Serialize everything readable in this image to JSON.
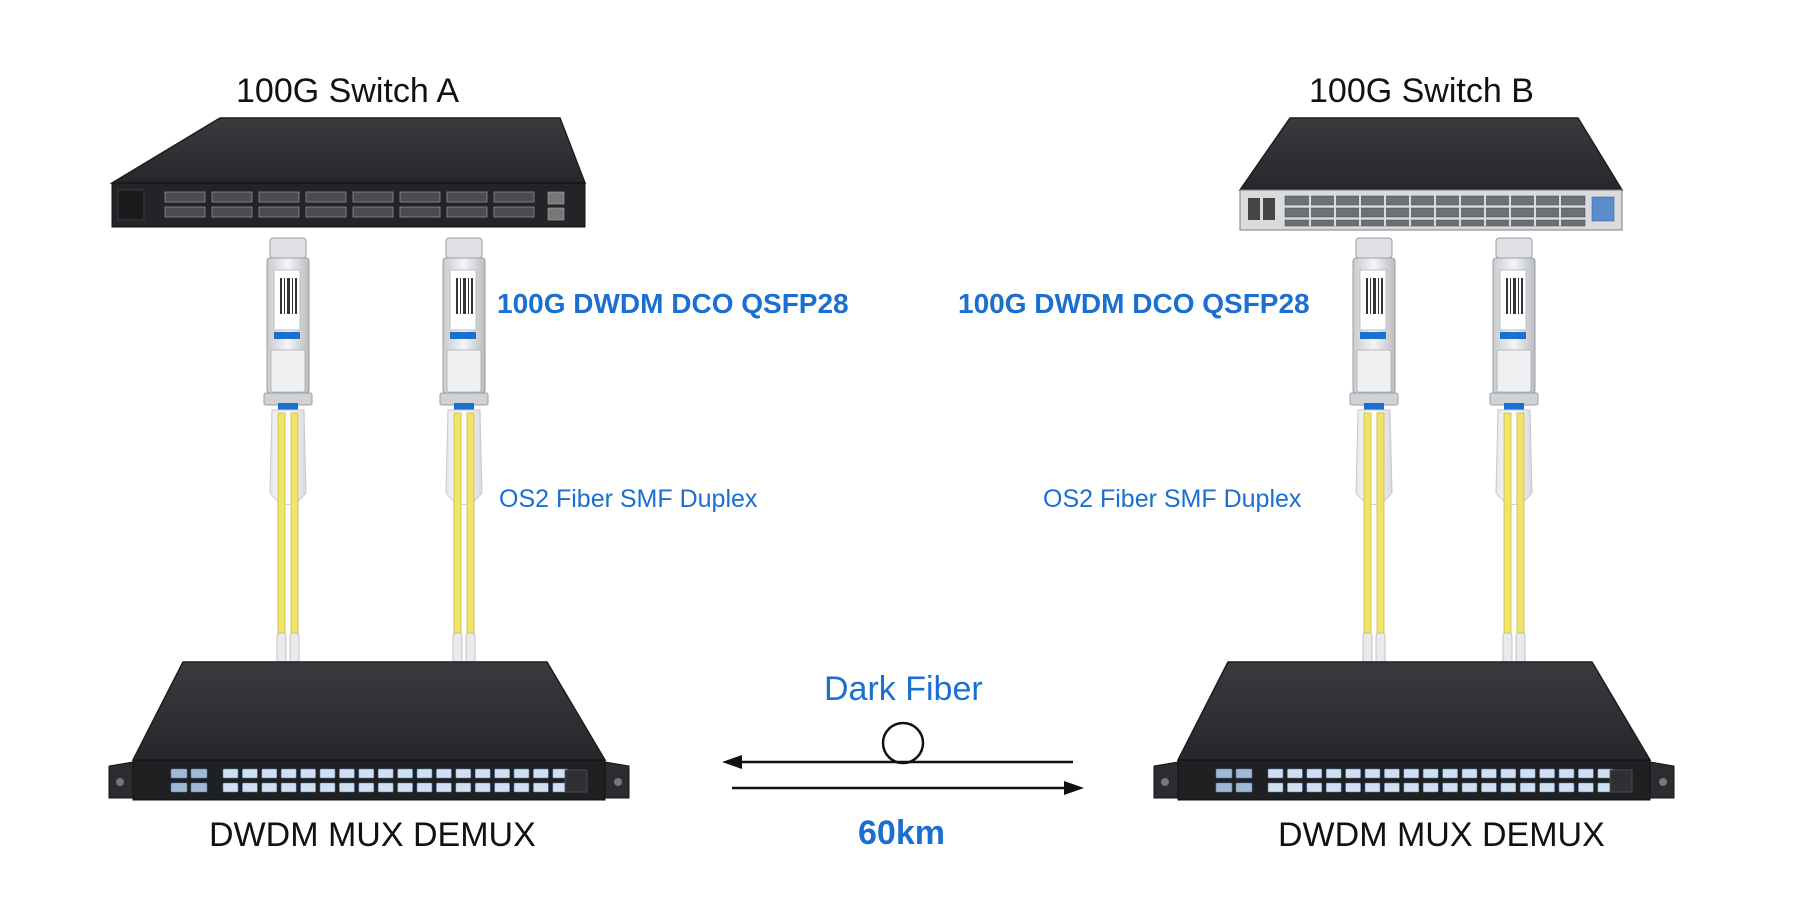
{
  "switch_a": {
    "label": "100G Switch A"
  },
  "switch_b": {
    "label": "100G Switch B"
  },
  "transceiver_a": {
    "label": "100G DWDM DCO QSFP28"
  },
  "transceiver_b": {
    "label": "100G DWDM DCO QSFP28"
  },
  "fiber_a": {
    "label": "OS2 Fiber SMF Duplex"
  },
  "fiber_b": {
    "label": "OS2 Fiber SMF Duplex"
  },
  "mux_a": {
    "label": "DWDM MUX DEMUX"
  },
  "mux_b": {
    "label": "DWDM MUX DEMUX"
  },
  "link": {
    "label": "Dark Fiber",
    "distance": "60km"
  },
  "colors": {
    "accent": "#1a6fd0",
    "device": "#2a2b2e",
    "fiber": "#f0e46a",
    "connector": "#2f7fd8"
  }
}
